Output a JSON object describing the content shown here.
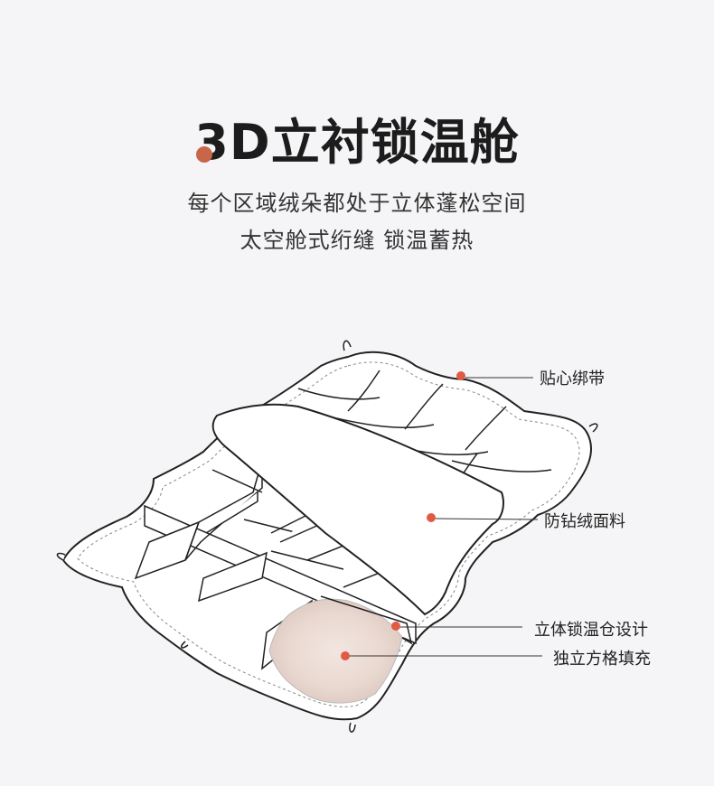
{
  "title": "3D立衬锁温舱",
  "subtitle_lines": [
    "每个区域绒朵都处于立体蓬松空间",
    "太空舱式绗缝 锁温蓄热"
  ],
  "accent_color": "#e05a44",
  "callouts": [
    {
      "label": "贴心绑带"
    },
    {
      "label": "防钻绒面料"
    },
    {
      "label": "立体锁温仓设计"
    },
    {
      "label": "独立方格填充"
    }
  ]
}
